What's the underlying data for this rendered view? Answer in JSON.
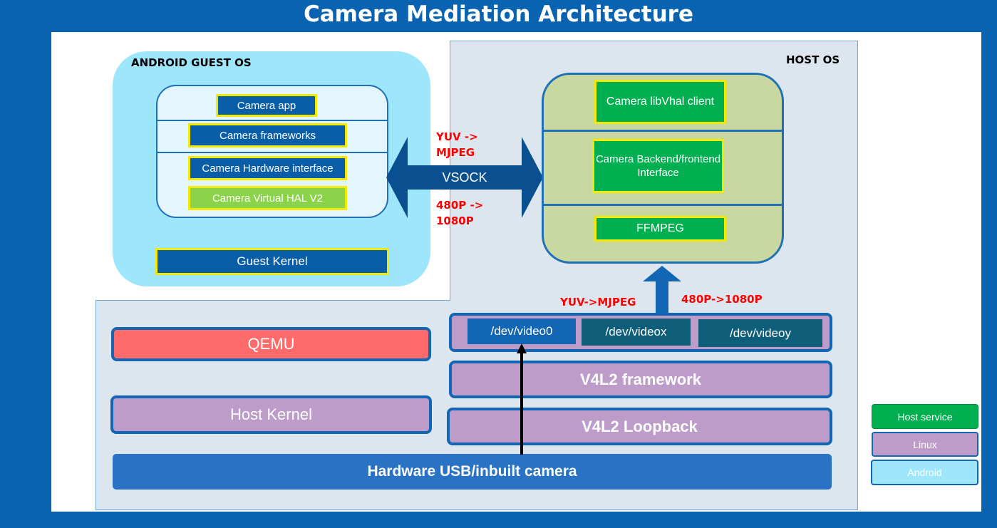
{
  "title": "Camera Mediation  Architecture",
  "guest": {
    "label": "ANDROID GUEST OS",
    "stack": [
      "Camera app",
      "Camera frameworks",
      "Camera Hardware interface",
      "Camera Virtual HAL V2"
    ],
    "kernel": "Guest Kernel"
  },
  "host": {
    "label": "HOST OS",
    "components": [
      "Camera libVhal client",
      "Camera Backend/frontend Interface",
      "FFMPEG"
    ]
  },
  "link": {
    "label": "VSOCK",
    "note_top": "YUV -> MJPEG",
    "note_bottom": "480P -> 1080P"
  },
  "upstream": {
    "left_note": "YUV->MJPEG",
    "right_note": "480P->1080P"
  },
  "devices": [
    "/dev/video0",
    "/dev/videox",
    "/dev/videoy"
  ],
  "layers": {
    "qemu": "QEMU",
    "host_kernel": "Host Kernel",
    "v4l2_framework": "V4L2 framework",
    "v4l2_loopback": "V4L2 Loopback",
    "hardware": "Hardware USB/inbuilt camera"
  },
  "legend": [
    {
      "label": "Host service",
      "color": "#00b050"
    },
    {
      "label": "Linux",
      "color": "#bd9cc9"
    },
    {
      "label": "Android",
      "color": "#9de6fc"
    }
  ],
  "colors": {
    "background": "#0a63b0",
    "accent_border": "#1266b3",
    "highlight_border": "#f2ea00",
    "note_text": "#ff0000"
  }
}
